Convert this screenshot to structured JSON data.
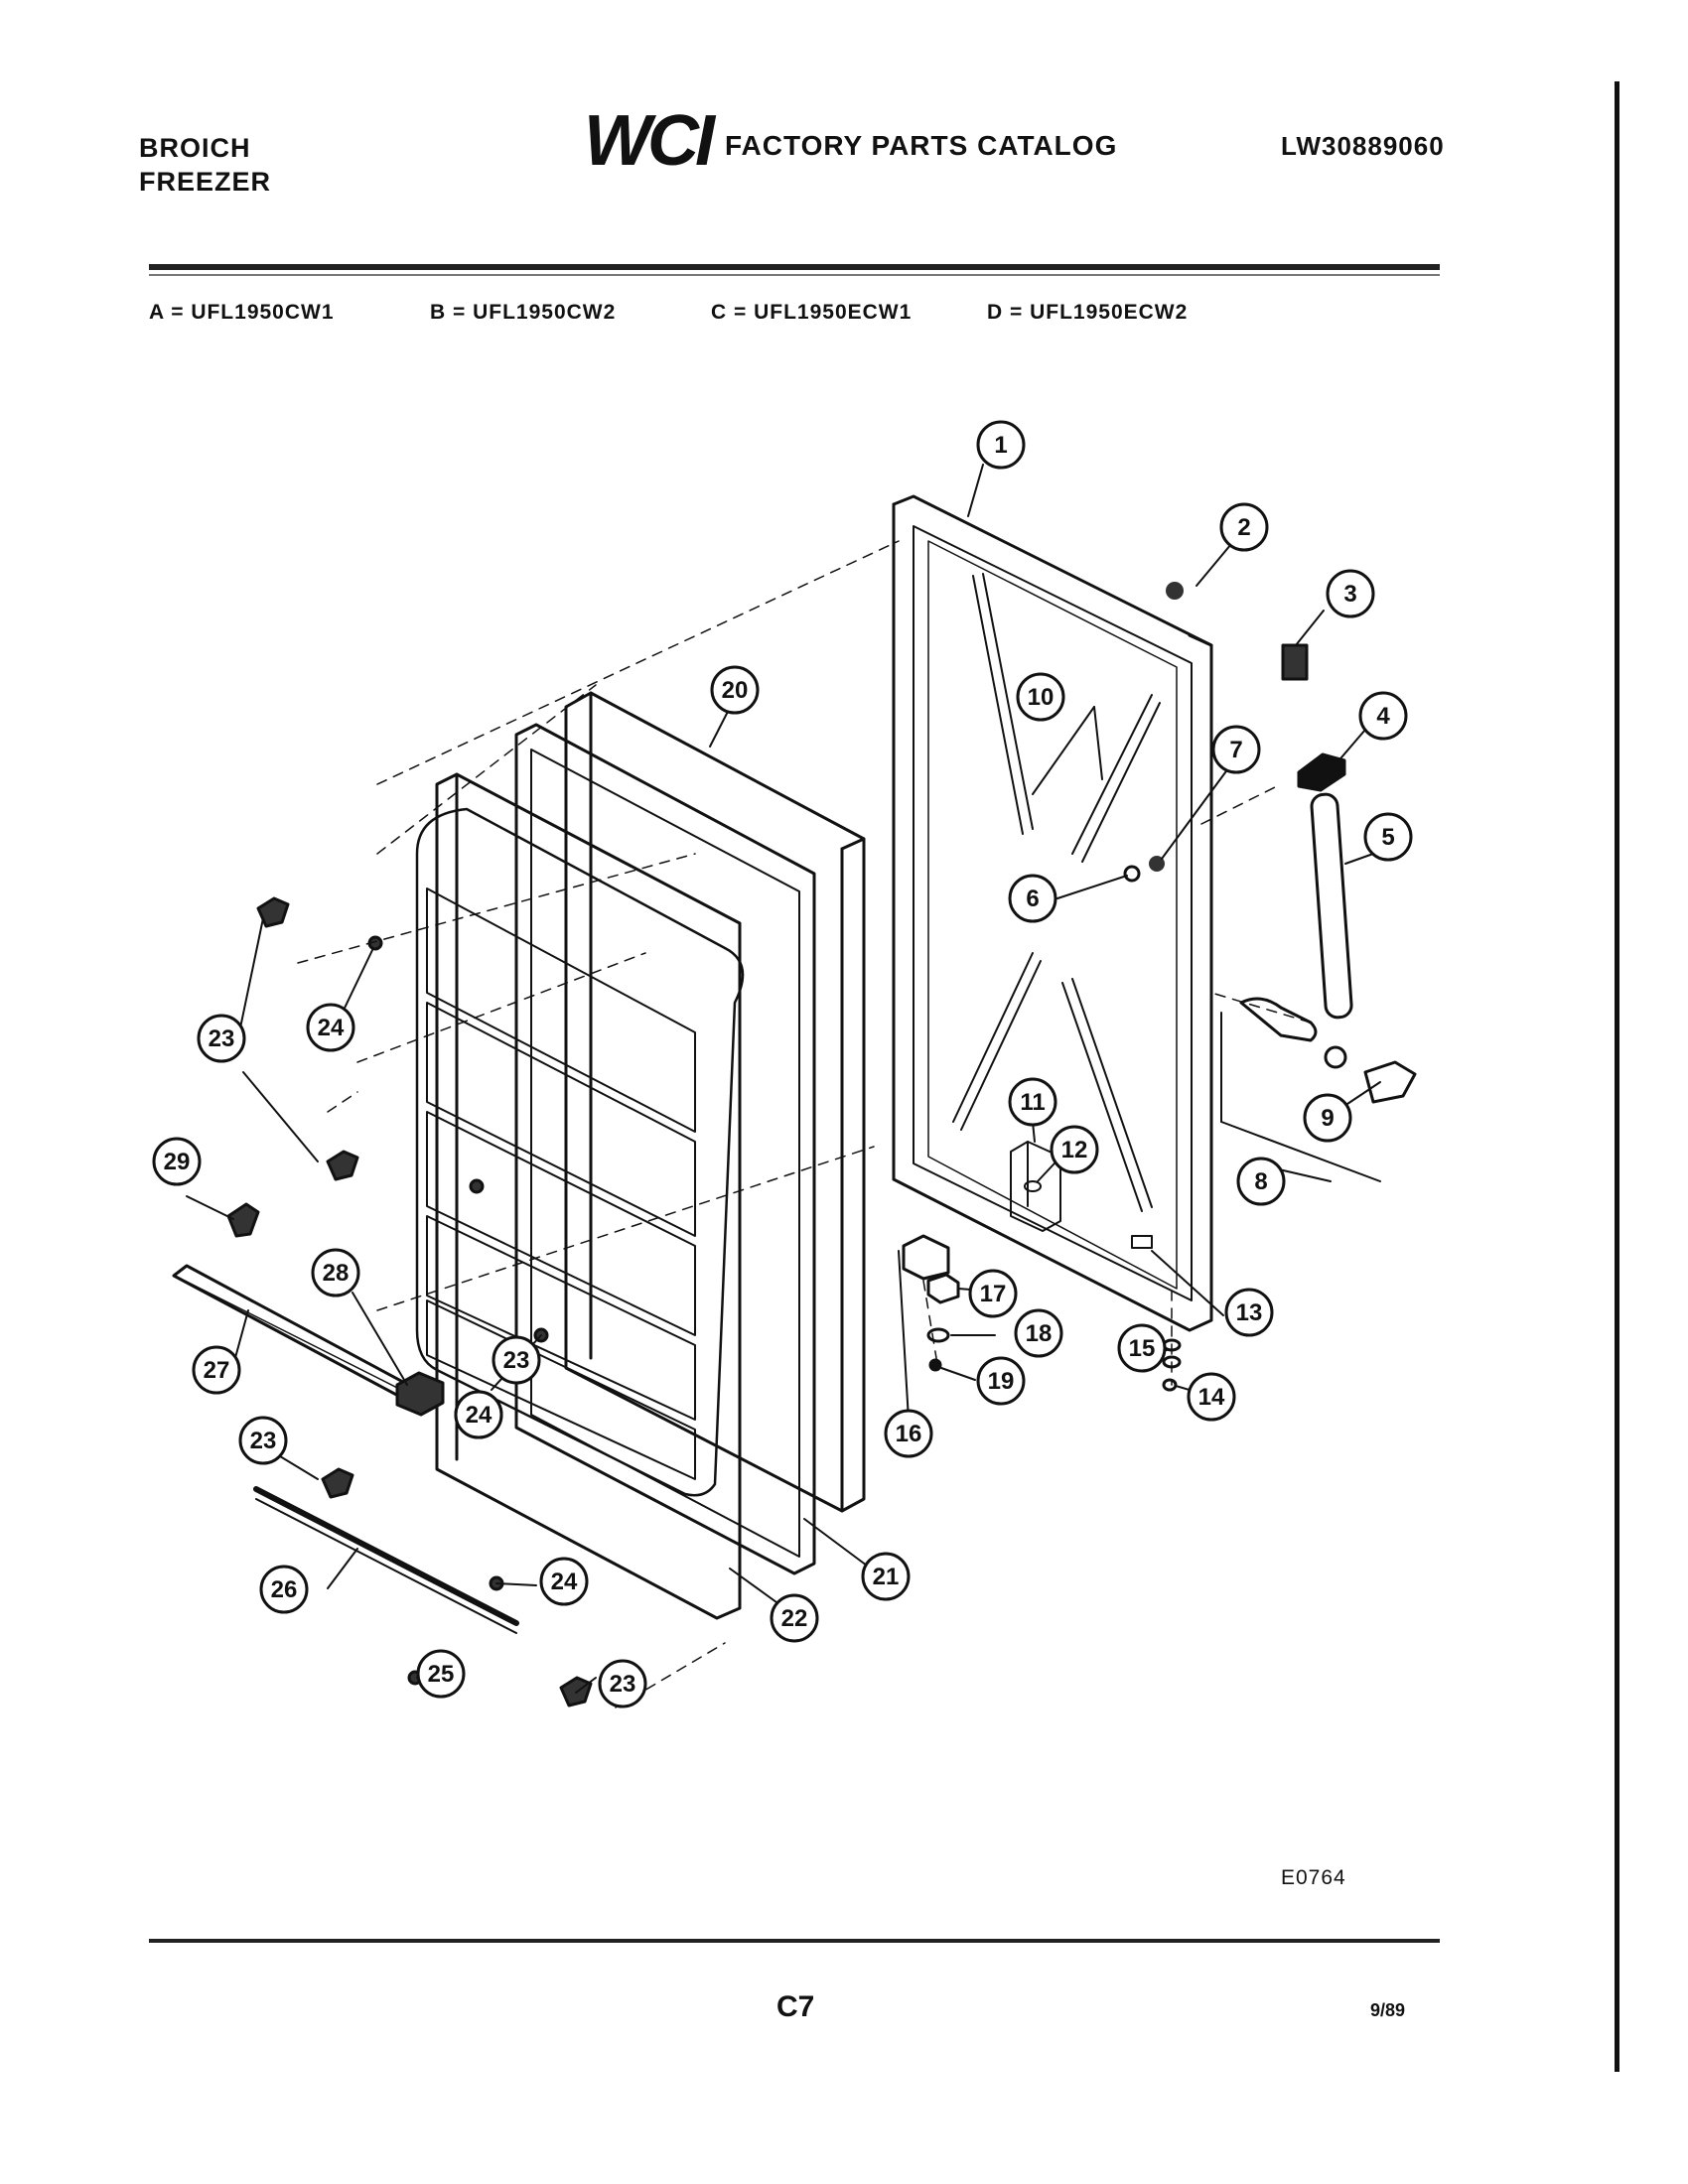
{
  "header": {
    "brand_line1": "BROICH",
    "brand_line2": "FREEZER",
    "logo": "WCI",
    "catalog_title": "FACTORY PARTS CATALOG",
    "catalog_number": "LW30889060"
  },
  "models": [
    "A = UFL1950CW1",
    "B = UFL1950CW2",
    "C = UFL1950ECW1",
    "D = UFL1950ECW2"
  ],
  "callouts": [
    "1",
    "2",
    "3",
    "4",
    "5",
    "6",
    "7",
    "8",
    "9",
    "10",
    "11",
    "12",
    "13",
    "14",
    "15",
    "16",
    "17",
    "18",
    "19",
    "20",
    "21",
    "22",
    "23",
    "23",
    "23",
    "23",
    "24",
    "24",
    "24",
    "24",
    "25",
    "26",
    "27",
    "28",
    "29"
  ],
  "footer": {
    "figure_code": "E0764",
    "page": "C7",
    "date": "9/89"
  }
}
